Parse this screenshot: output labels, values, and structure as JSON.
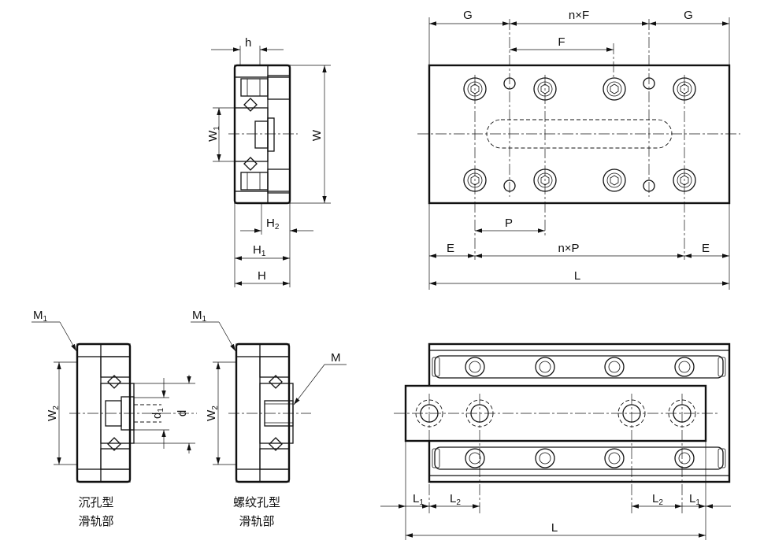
{
  "labels": {
    "h": "h",
    "W1_main": "W",
    "W1_sub": "1",
    "W": "W",
    "H2_main": "H",
    "H2_sub": "2",
    "H1_main": "H",
    "H1_sub": "1",
    "H": "H",
    "G_left": "G",
    "nF": "n×F",
    "G_right": "G",
    "F": "F",
    "P": "P",
    "E_left": "E",
    "nP": "n×P",
    "E_right": "E",
    "L_top": "L",
    "M1_a_main": "M",
    "M1_a_sub": "1",
    "M1_b_main": "M",
    "M1_b_sub": "1",
    "W2_a_main": "W",
    "W2_a_sub": "2",
    "W2_b_main": "W",
    "W2_b_sub": "2",
    "d1_main": "d",
    "d1_sub": "1",
    "d": "d",
    "M": "M",
    "L1_left_main": "L",
    "L1_left_sub": "1",
    "L2_left_main": "L",
    "L2_left_sub": "2",
    "L2_right_main": "L",
    "L2_right_sub": "2",
    "L1_right_main": "L",
    "L1_right_sub": "1",
    "L_bottom": "L"
  },
  "captions": {
    "counterbore_line1": "沉孔型",
    "counterbore_line2": "滑轨部",
    "threaded_line1": "螺纹孔型",
    "threaded_line2": "滑轨部"
  }
}
